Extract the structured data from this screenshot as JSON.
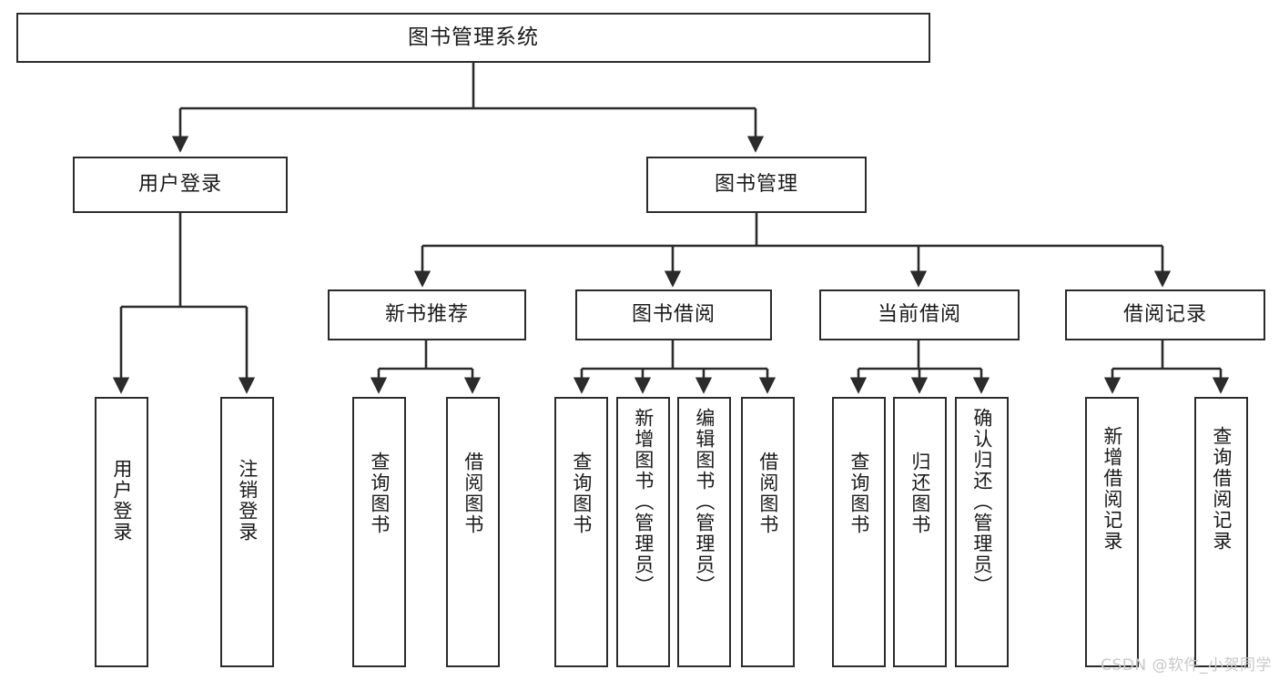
{
  "diagram": {
    "title": "图书管理系统",
    "watermark": "CSDN @软件_小贺同学",
    "line_color": "#2b2b2b",
    "box_fill": "#ffffff",
    "text_color": "#1a1a1a",
    "watermark_color": "#c8c8c8",
    "root": {
      "label": "图书管理系统"
    },
    "level2": [
      {
        "label": "用户登录"
      },
      {
        "label": "图书管理"
      }
    ],
    "level3": [
      {
        "label": "新书推荐"
      },
      {
        "label": "图书借阅"
      },
      {
        "label": "当前借阅"
      },
      {
        "label": "借阅记录"
      }
    ],
    "leaves": {
      "user_login": [
        {
          "label": "用户登录"
        },
        {
          "label": "注销登录"
        }
      ],
      "new_book_recommend": [
        {
          "label": "查询图书"
        },
        {
          "label": "借阅图书"
        }
      ],
      "book_borrow": [
        {
          "label": "查询图书"
        },
        {
          "label": "新增图书（管理员）"
        },
        {
          "label": "编辑图书（管理员）"
        },
        {
          "label": "借阅图书"
        }
      ],
      "current_borrow": [
        {
          "label": "查询图书"
        },
        {
          "label": "归还图书"
        },
        {
          "label": "确认归还（管理员）"
        }
      ],
      "borrow_records": [
        {
          "label": "新增借阅记录"
        },
        {
          "label": "查询借阅记录"
        }
      ]
    }
  }
}
